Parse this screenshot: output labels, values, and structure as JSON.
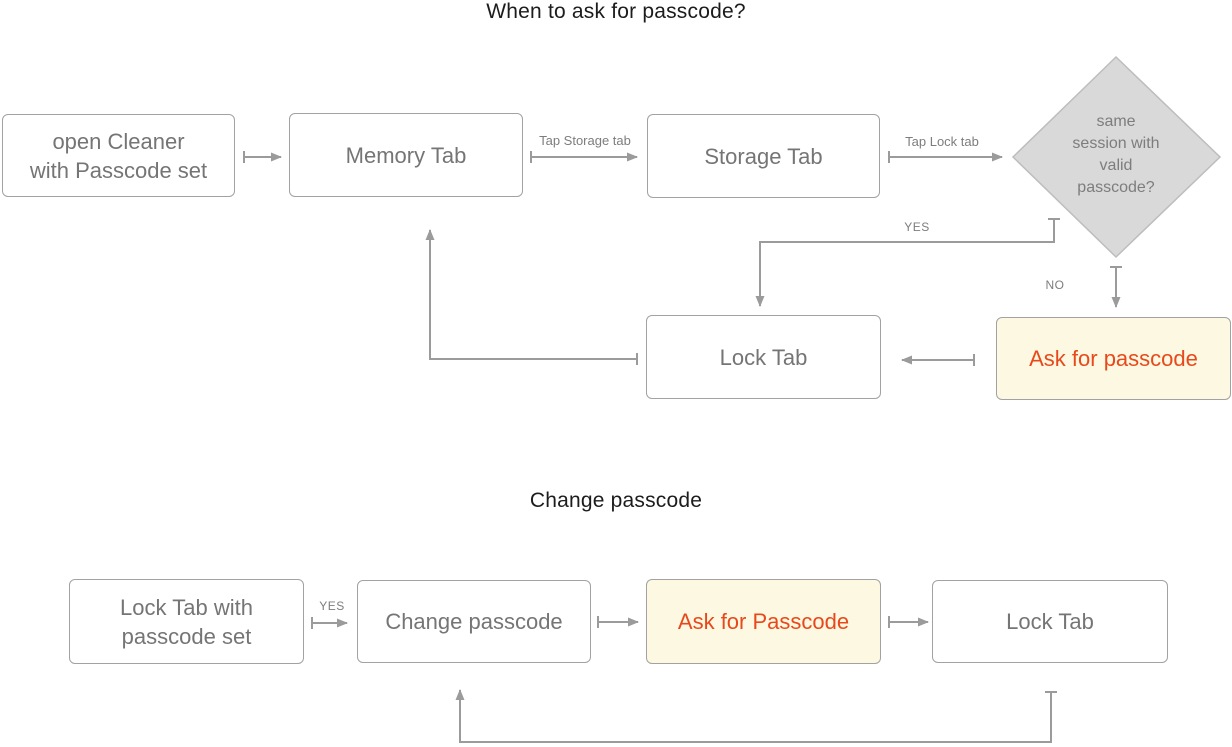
{
  "colors": {
    "line": "#9b9b9b",
    "box_border": "#a2a2a2",
    "box_text": "#757575",
    "title_text": "#1c1c1c",
    "highlight_fill": "#fdf8e1",
    "highlight_text": "#e8491c",
    "diamond_fill": "#d9d9d9",
    "diamond_border": "#bdbdbd"
  },
  "flow_when_to_ask": {
    "title": "When to ask for passcode?",
    "nodes": {
      "open_cleaner": "open Cleaner\nwith Passcode set",
      "memory_tab": "Memory Tab",
      "storage_tab": "Storage Tab",
      "decision": "same\nsession with\nvalid\npasscode?",
      "lock_tab": "Lock Tab",
      "ask_for_passcode": "Ask for passcode"
    },
    "edge_labels": {
      "tap_storage": "Tap Storage tab",
      "tap_lock": "Tap Lock tab",
      "yes": "YES",
      "no": "NO"
    }
  },
  "flow_change_passcode": {
    "title": "Change passcode",
    "nodes": {
      "lock_tab_with_passcode": "Lock Tab with\npasscode set",
      "change_passcode": "Change passcode",
      "ask_for_passcode": "Ask for Passcode",
      "lock_tab": "Lock Tab"
    },
    "edge_labels": {
      "yes": "YES"
    }
  }
}
